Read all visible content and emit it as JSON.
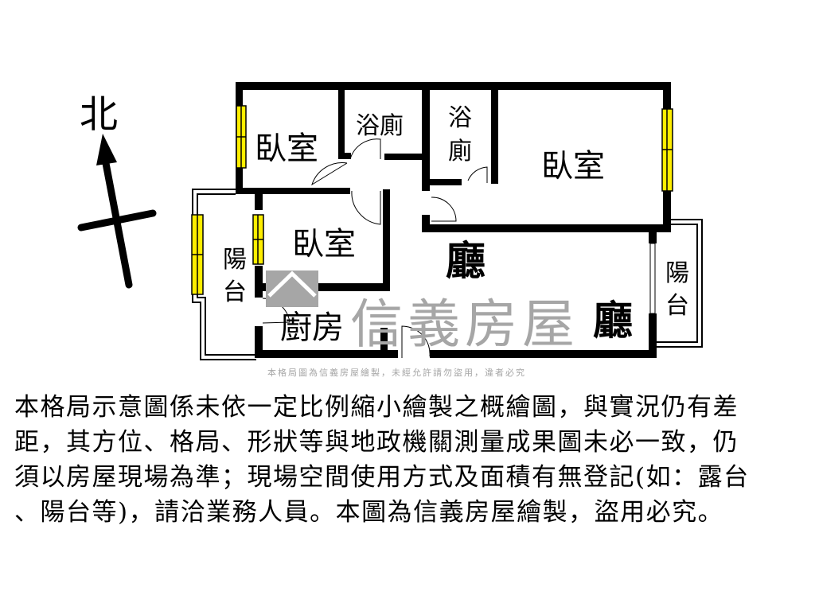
{
  "compass": {
    "north_label": "北",
    "icon": "north-arrow-icon"
  },
  "rooms": {
    "bedroom_top_left": "臥室",
    "bath_1": "浴廁",
    "bath_2_top": "浴",
    "bath_2_bottom": "廁",
    "bedroom_master": "臥室",
    "bedroom_middle": "臥室",
    "balcony_left_top": "陽",
    "balcony_left_bottom": "台",
    "kitchen": "廚房",
    "living_1": "廳",
    "living_2": "廳",
    "balcony_right_top": "陽",
    "balcony_right_bottom": "台"
  },
  "watermark": {
    "brand": "信義房屋",
    "notice": "本格局圖為信義房屋繪製，未經允許請勿盜用，違者必究"
  },
  "colors": {
    "wall": "#000000",
    "window": "#ffee00",
    "watermark": "#a6a6a6"
  },
  "disclaimer": {
    "lines": [
      "本格局示意圖係未依一定比例縮小繪製之概繪圖，與實況仍有差",
      "距，其方位、格局、形狀等與地政機關測量成果圖未必一致，仍",
      "須以房屋現場為準；現場空間使用方式及面積有無登記(如：露台",
      "、陽台等)，請洽業務人員。本圖為信義房屋繪製，盜用必究。"
    ]
  }
}
